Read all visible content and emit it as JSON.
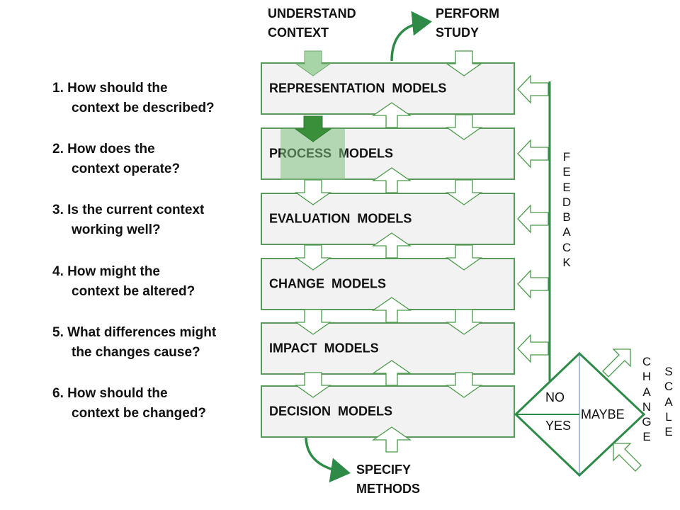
{
  "questions": [
    {
      "line1": "1. How should the",
      "line2": "context be described?"
    },
    {
      "line1": "2.  How does the",
      "line2": "context operate?"
    },
    {
      "line1": "3.  Is the current context",
      "line2": "working well?"
    },
    {
      "line1": "4.  How might the",
      "line2": "context be altered?"
    },
    {
      "line1": "5.  What differences  might",
      "line2": "the changes cause?"
    },
    {
      "line1": "6.  How should the",
      "line2": "context be changed?"
    }
  ],
  "models": [
    "REPRESENTATION  MODELS",
    "PROCESS  MODELS",
    "EVALUATION  MODELS",
    "CHANGE  MODELS",
    "IMPACT  MODELS",
    "DECISION  MODELS"
  ],
  "top_labels": {
    "understand": {
      "line1": "UNDERSTAND",
      "line2": "CONTEXT"
    },
    "perform": {
      "line1": "PERFORM",
      "line2": "STUDY"
    },
    "specify": {
      "line1": "SPECIFY",
      "line2": "METHODS"
    }
  },
  "feedback_letters": [
    "F",
    "E",
    "E",
    "D",
    "B",
    "A",
    "C",
    "K"
  ],
  "change_letters": [
    "C",
    "H",
    "A",
    "N",
    "G",
    "E"
  ],
  "scale_letters": [
    "S",
    "C",
    "A",
    "L",
    "E"
  ],
  "decision": {
    "no": "NO",
    "yes": "YES",
    "maybe": "MAYBE"
  },
  "colors": {
    "green": "#2e8b47",
    "light_green": "#a8d5a8",
    "dark_green": "#3a8f3a",
    "box_fill": "#f2f2f2",
    "blue_line": "#4f81bd"
  }
}
